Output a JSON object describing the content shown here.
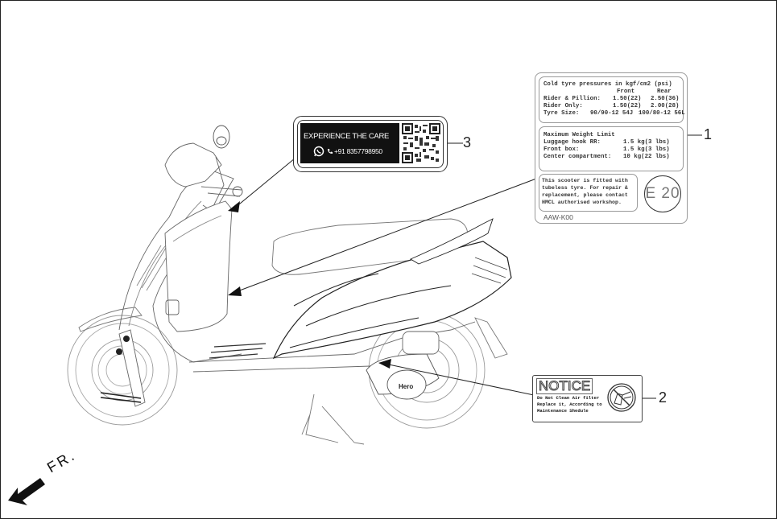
{
  "diagram": {
    "type": "scooter label location diagram",
    "direction_marker": {
      "label": "FR.",
      "icon": "arrow-front-icon"
    },
    "callouts": [
      {
        "number": "1",
        "target": "inner front panel / leg shield"
      },
      {
        "number": "2",
        "target": "air filter cover"
      },
      {
        "number": "3",
        "target": "steering column / handlebar cover"
      }
    ]
  },
  "label1": {
    "callout": "1",
    "tyre_pressure": {
      "title": "Cold tyre pressures in kgf/cm2 (psi)",
      "columns": [
        "Front",
        "Rear"
      ],
      "rows": [
        {
          "label": "Rider & Pillion:",
          "front": "1.50(22)",
          "rear": "2.50(36)"
        },
        {
          "label": "Rider Only:",
          "front": "1.50(22)",
          "rear": "2.00(28)"
        },
        {
          "label": "Tyre Size:",
          "front": "90/90-12 54J",
          "rear": "100/80-12 56L"
        }
      ]
    },
    "weight_limit": {
      "title": "Maximum Weight Limit",
      "rows": [
        {
          "label": "Luggage hook RR:",
          "value": "1.5 kg(3 lbs)"
        },
        {
          "label": "Front box:",
          "value": "1.5 kg(3 lbs)"
        },
        {
          "label": "Center compartment:",
          "value": "10 kg(22 lbs)"
        }
      ]
    },
    "tubeless_notice": [
      "This scooter is fitted with",
      "tubeless tyre. For repair &",
      "replacement, please contact",
      "HMCL authorised workshop."
    ],
    "fuel_badge": "E 20",
    "part_code": "AAW-K00"
  },
  "label2": {
    "callout": "2",
    "title": "NOTICE",
    "lines": [
      "Do Not Clean Air filter",
      "Replace it, According to",
      "Maintenance Shedule"
    ],
    "icon": "no-cleaning-icon"
  },
  "label3": {
    "callout": "3",
    "title": "EXPERIENCE THE CARE",
    "phone": "+91 8357798950",
    "icons": [
      "whatsapp-icon",
      "phone-icon",
      "qr-code"
    ]
  },
  "brand_badge": "Hero"
}
